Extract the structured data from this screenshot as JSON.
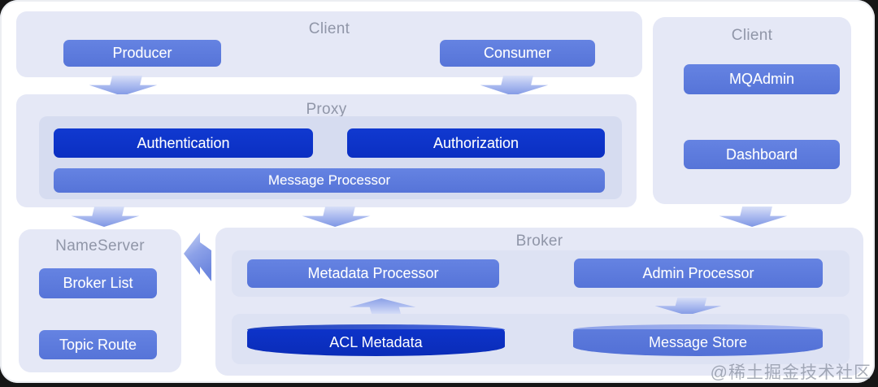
{
  "diagram": {
    "client_left": {
      "title": "Client",
      "producer": "Producer",
      "consumer": "Consumer"
    },
    "proxy": {
      "title": "Proxy",
      "authentication": "Authentication",
      "authorization": "Authorization",
      "message_processor": "Message Processor"
    },
    "client_right": {
      "title": "Client",
      "mqadmin": "MQAdmin",
      "dashboard": "Dashboard"
    },
    "nameserver": {
      "title": "NameServer",
      "broker_list": "Broker List",
      "topic_route": "Topic Route"
    },
    "broker": {
      "title": "Broker",
      "metadata_processor": "Metadata Processor",
      "admin_processor": "Admin Processor",
      "acl_metadata": "ACL Metadata",
      "message_store": "Message Store"
    },
    "watermark": "@稀土掘金技术社区",
    "colors": {
      "dark_blue": "#0d33c9",
      "medium_blue": "#5b78da",
      "container_bg": "#e5e8f6",
      "inner_panel_bg": "#d6dcf0",
      "title_gray": "#9096a8",
      "arrow_light": "#d4dcf6",
      "arrow_deep": "#7e96e4"
    }
  }
}
